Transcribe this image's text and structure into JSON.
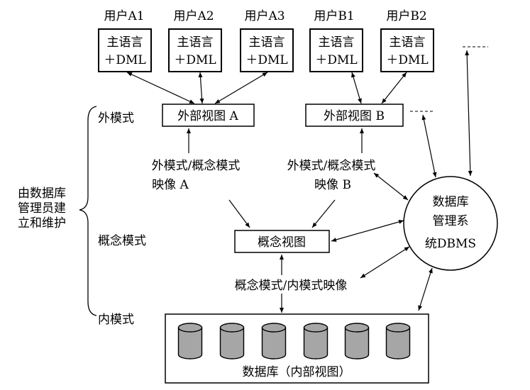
{
  "users": [
    {
      "label": "用户A1",
      "line1": "主语言",
      "line2": "＋DML"
    },
    {
      "label": "用户A2",
      "line1": "主语言",
      "line2": "＋DML"
    },
    {
      "label": "用户A3",
      "line1": "主语言",
      "line2": "＋DML"
    },
    {
      "label": "用户B1",
      "line1": "主语言",
      "line2": "＋DML"
    },
    {
      "label": "用户B2",
      "line1": "主语言",
      "line2": "＋DML"
    }
  ],
  "views": {
    "external_a": "外部视图 A",
    "external_b": "外部视图 B",
    "conceptual": "概念视图"
  },
  "mappings": {
    "ext_conc_a_line1": "外模式/概念模式",
    "ext_conc_a_line2": "映像 A",
    "ext_conc_b_line1": "外模式/概念模式",
    "ext_conc_b_line2": "映像 B",
    "conc_internal": "概念模式/内模式映像"
  },
  "levels": {
    "external": "外模式",
    "conceptual": "概念模式",
    "internal": "内模式"
  },
  "dba_note": [
    "由数据库",
    "管理员建",
    "立和维护"
  ],
  "dbms": [
    "数据库",
    "管理系",
    "统DBMS"
  ],
  "database_label": "数据库（内部视图）",
  "colors": {
    "cylinder_fill": "#a6a6a6",
    "stroke": "#000000"
  }
}
